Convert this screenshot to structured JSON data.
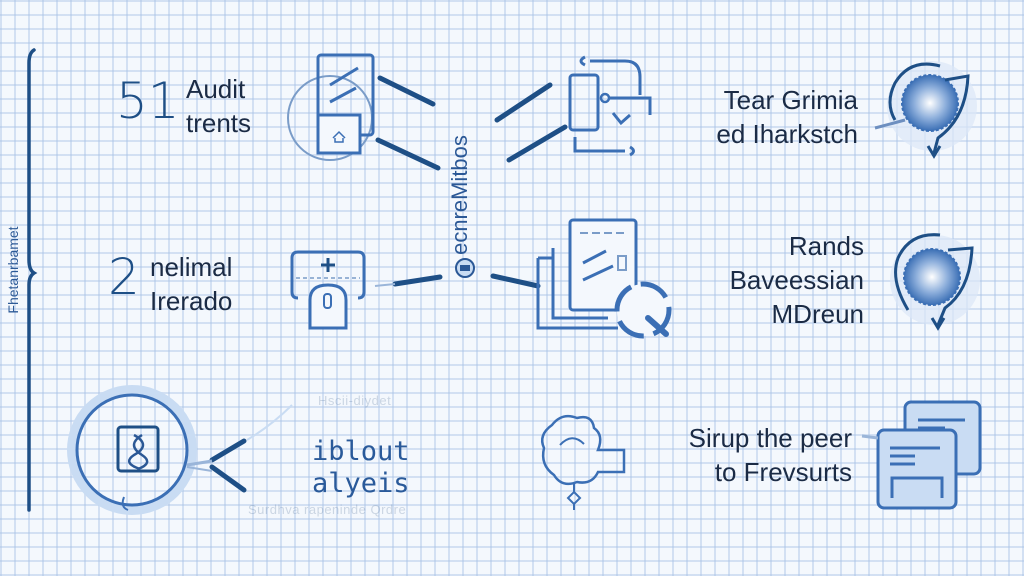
{
  "diagram": {
    "side_title": "Fhetanrbamet",
    "center_label": "ecnreMitbos",
    "colors": {
      "primary": "#1e4f86",
      "accent": "#3b6fb5",
      "light_fill": "#c9dcf3",
      "grid": "#aac3e6",
      "background": "#f4f8fd"
    },
    "left_items": [
      {
        "number": "51",
        "label_line1": "Audit",
        "label_line2": "trents"
      },
      {
        "number": "2",
        "label_line1": "nelimal",
        "label_line2": "Irerado"
      }
    ],
    "bottom_left": {
      "caption_top": "Hscii-diydet",
      "label_line1": "iblout",
      "label_line2": "alyeis",
      "caption_bottom": "Surdhva rapeninde Qrdre"
    },
    "right_items": [
      {
        "label_line1": "Tear Grimia",
        "label_line2": "ed Iharkstch",
        "icon": "cycle-gear-icon"
      },
      {
        "label_line1": "Rands",
        "label_line2": "Baveessian",
        "label_line3": "MDreun",
        "icon": "cycle-gear-icon"
      }
    ],
    "bottom_right": {
      "label_line1": "Sirup the peer",
      "label_line2": "to Frevsurts",
      "left_icon": "network-plug-icon",
      "right_icon": "documents-icon"
    },
    "icons": {
      "top_left": "document-magnifier-icon",
      "top_right": "device-circuit-icon",
      "mid_left": "mouse-panel-icon",
      "mid_right": "document-stack-refresh-icon",
      "center_node": "hub-icon",
      "bottom_left": "circle-dna-icon"
    }
  }
}
